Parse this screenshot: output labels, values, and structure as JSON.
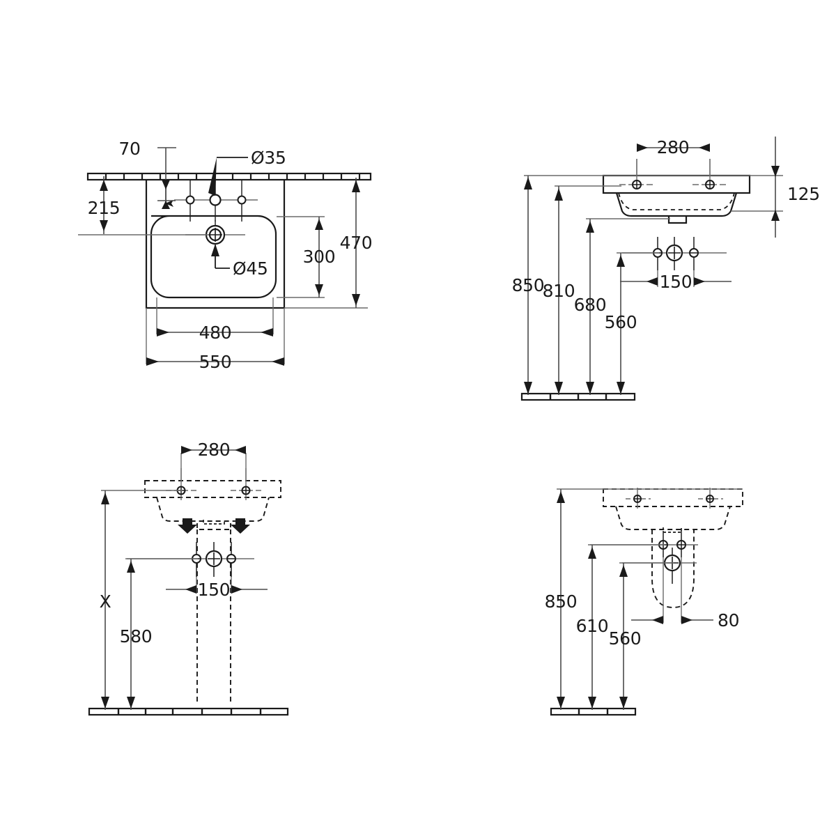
{
  "drawing": {
    "title": "Washbasin installation dimension drawing",
    "unit": "mm",
    "line_color": "#1a1a1a",
    "dim_color": "#4a4a4a",
    "hidden_color": "#1a1a1a",
    "background": "#ffffff"
  },
  "views": {
    "plan": {
      "name": "top-view-plan",
      "dimensions": {
        "offset_from_wall": "70",
        "rim_to_drain": "215",
        "basin_depth_inner": "300",
        "basin_depth_outer": "470",
        "basin_width_inner": "480",
        "basin_width_outer": "550",
        "tap_hole_dia": "Ø35",
        "waste_hole_dia": "Ø45"
      }
    },
    "front_elevation": {
      "name": "front-elevation-view",
      "dimensions": {
        "tap_hole_spacing": "280",
        "rim_height": "125",
        "floor_to_rim": "850",
        "floor_to_underside": "810",
        "floor_to_trap_top": "680",
        "floor_to_supply": "560",
        "supply_spacing": "150"
      }
    },
    "rear_elevation": {
      "name": "rear-elevation-view",
      "dimensions": {
        "tap_hole_spacing": "280",
        "variable_height": "X",
        "floor_to_supply": "580",
        "supply_spacing": "150"
      }
    },
    "side_elevation": {
      "name": "side-elevation-view",
      "dimensions": {
        "floor_to_rim": "850",
        "floor_to_supply": "610",
        "floor_to_waste": "560",
        "wall_to_waste": "80"
      }
    }
  }
}
